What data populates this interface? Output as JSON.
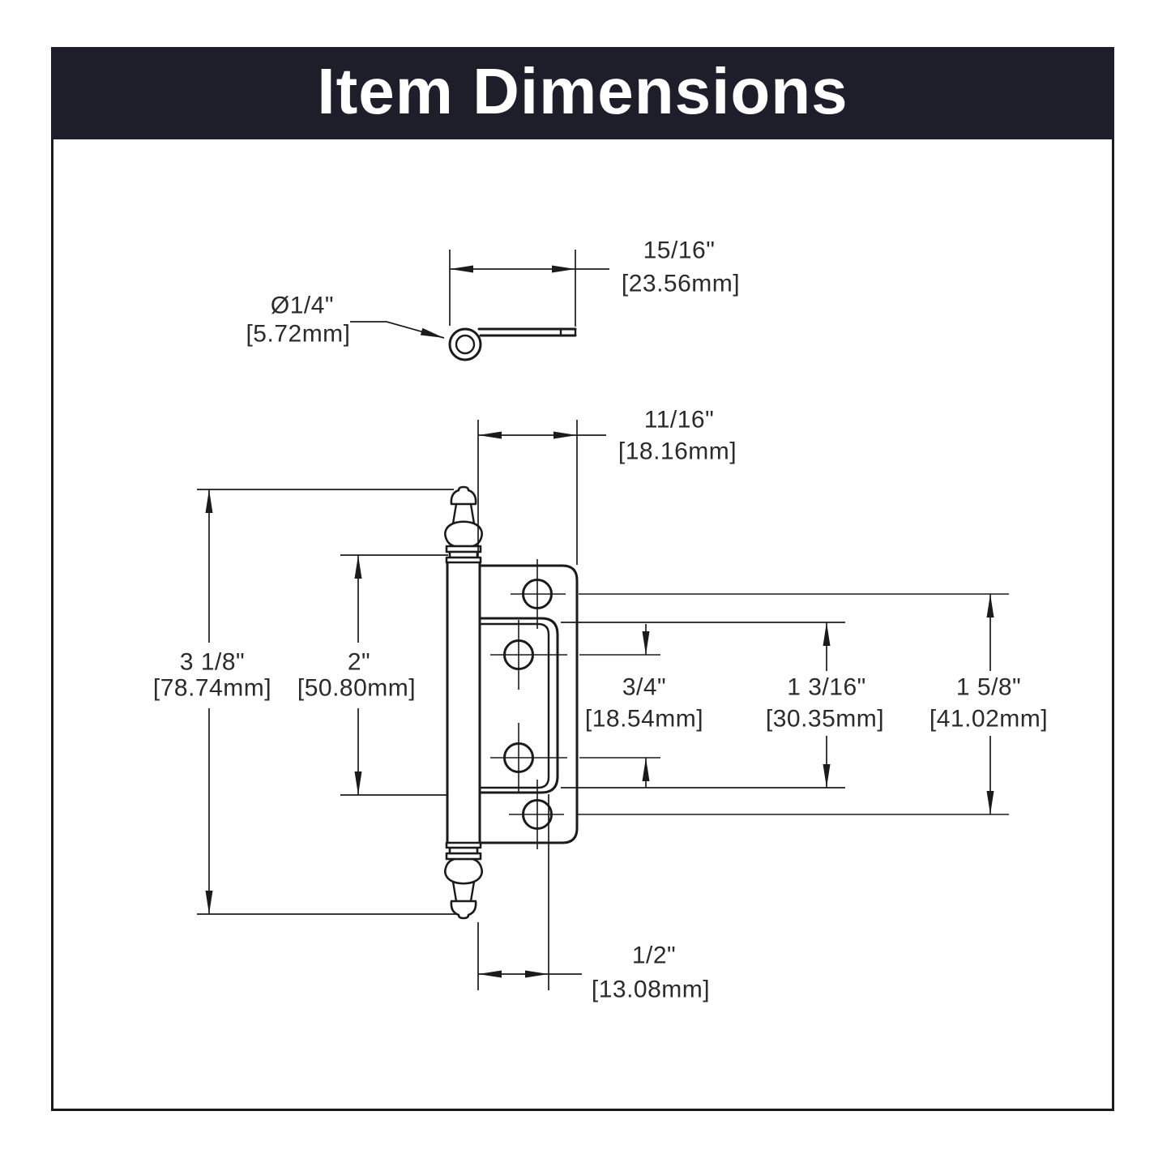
{
  "header": {
    "title": "Item Dimensions"
  },
  "colors": {
    "band_background": "#1e1e2a",
    "band_text": "#ffffff",
    "line_color": "#1b1b1b",
    "dimension_text_color": "#2b2b2b"
  },
  "dimensions": {
    "top_width": {
      "inch": "15/16\"",
      "mm": "[23.56mm]"
    },
    "pin_diameter": {
      "inch": "Ø1/4\"",
      "mm": "[5.72mm]"
    },
    "leaf_width": {
      "inch": "11/16\"",
      "mm": "[18.16mm]"
    },
    "overall_height": {
      "inch": "3 1/8\"",
      "mm": "[78.74mm]"
    },
    "barrel_height": {
      "inch": "2\"",
      "mm": "[50.80mm]"
    },
    "mid_hole_spacing": {
      "inch": "3/4\"",
      "mm": "[18.54mm]"
    },
    "wrap_height": {
      "inch": "1 3/16\"",
      "mm": "[30.35mm]"
    },
    "outer_hole_spacing": {
      "inch": "1 5/8\"",
      "mm": "[41.02mm]"
    },
    "offset_width": {
      "inch": "1/2\"",
      "mm": "[13.08mm]"
    }
  }
}
